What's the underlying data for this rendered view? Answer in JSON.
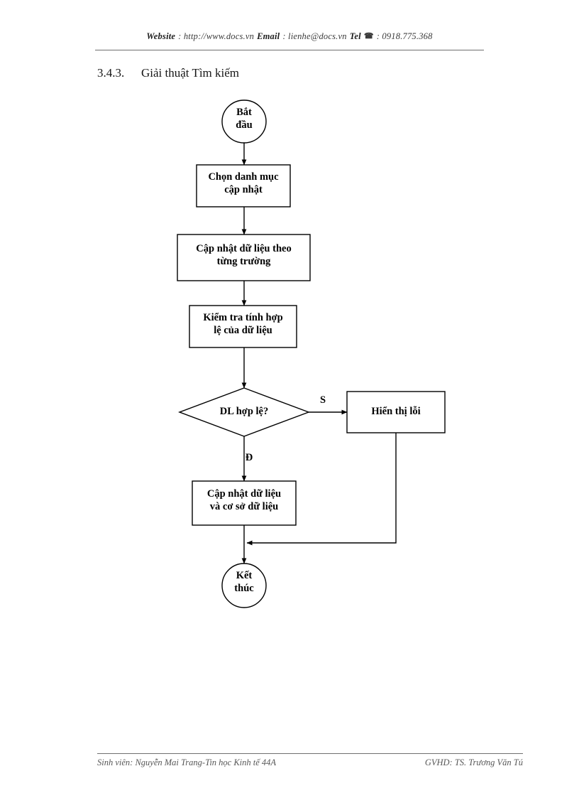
{
  "header": {
    "website_label": "Website",
    "website_value": ": http://www.docs.vn",
    "email_label": "Email",
    "email_value": ": lienhe@docs.vn",
    "tel_label": "Tel",
    "tel_icon": "telephone-icon",
    "tel_glyph": "☎",
    "tel_value": ": 0918.775.368"
  },
  "section": {
    "number": "3.4.3.",
    "title": "Giải thuật Tìm kiếm"
  },
  "flowchart": {
    "nodes": {
      "start": {
        "label": "Bắt\nđầu",
        "shape": "ellipse"
      },
      "select_category": {
        "label": "Chọn danh mục\ncập nhật",
        "shape": "process"
      },
      "update_by_field": {
        "label": "Cập nhật dữ liệu theo\ntừng trường",
        "shape": "process"
      },
      "validate": {
        "label": "Kiểm tra tính hợp\nlệ của dữ liệu",
        "shape": "process"
      },
      "decision": {
        "label": "DL hợp lệ?",
        "shape": "decision"
      },
      "show_error": {
        "label": "Hiển thị lỗi",
        "shape": "process"
      },
      "commit": {
        "label": "Cập nhật dữ liệu\nvà cơ sở dữ liệu",
        "shape": "process"
      },
      "end": {
        "label": "Kết\nthúc",
        "shape": "ellipse"
      }
    },
    "branches": {
      "yes_false_label": "S",
      "no_true_label": "Đ"
    },
    "colors": {
      "stroke": "#000000",
      "fill": "#ffffff",
      "text": "#000000"
    }
  },
  "footer": {
    "left": "Sinh viên: Nguyễn Mai Trang-Tin học Kinh tế 44A",
    "right": "GVHD: TS. Trương Văn Tú"
  }
}
